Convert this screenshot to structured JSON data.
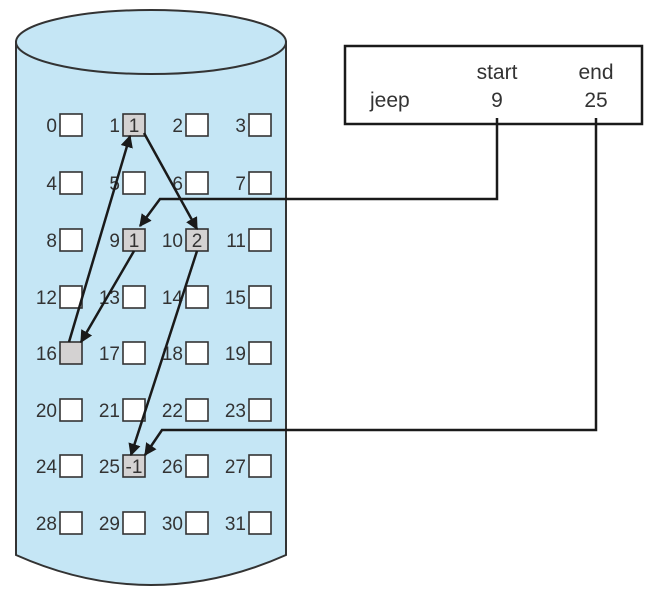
{
  "colors": {
    "cylinder_fill": "#c5e6f5",
    "cylinder_stroke": "#333333",
    "block_empty": "#ffffff",
    "block_used": "#d4d2d2",
    "line": "#1a1a1a"
  },
  "disk": {
    "blocks": [
      {
        "n": "0",
        "value": "",
        "used": false
      },
      {
        "n": "1",
        "value": "1",
        "used": true
      },
      {
        "n": "2",
        "value": "",
        "used": false
      },
      {
        "n": "3",
        "value": "",
        "used": false
      },
      {
        "n": "4",
        "value": "",
        "used": false
      },
      {
        "n": "5",
        "value": "",
        "used": false
      },
      {
        "n": "6",
        "value": "",
        "used": false
      },
      {
        "n": "7",
        "value": "",
        "used": false
      },
      {
        "n": "8",
        "value": "",
        "used": false
      },
      {
        "n": "9",
        "value": "1",
        "used": true
      },
      {
        "n": "10",
        "value": "2",
        "used": true
      },
      {
        "n": "11",
        "value": "",
        "used": false
      },
      {
        "n": "12",
        "value": "",
        "used": false
      },
      {
        "n": "13",
        "value": "",
        "used": false
      },
      {
        "n": "14",
        "value": "",
        "used": false
      },
      {
        "n": "15",
        "value": "",
        "used": false
      },
      {
        "n": "16",
        "value": "",
        "used": true
      },
      {
        "n": "17",
        "value": "",
        "used": false
      },
      {
        "n": "18",
        "value": "",
        "used": false
      },
      {
        "n": "19",
        "value": "",
        "used": false
      },
      {
        "n": "20",
        "value": "",
        "used": false
      },
      {
        "n": "21",
        "value": "",
        "used": false
      },
      {
        "n": "22",
        "value": "",
        "used": false
      },
      {
        "n": "23",
        "value": "",
        "used": false
      },
      {
        "n": "24",
        "value": "",
        "used": false
      },
      {
        "n": "25",
        "value": "-1",
        "used": true
      },
      {
        "n": "26",
        "value": "",
        "used": false
      },
      {
        "n": "27",
        "value": "",
        "used": false
      },
      {
        "n": "28",
        "value": "",
        "used": false
      },
      {
        "n": "29",
        "value": "",
        "used": false
      },
      {
        "n": "30",
        "value": "",
        "used": false
      },
      {
        "n": "31",
        "value": "",
        "used": false
      }
    ],
    "chain": [
      {
        "from": "9",
        "to": "16"
      },
      {
        "from": "16",
        "to": "1"
      },
      {
        "from": "1",
        "to": "10"
      },
      {
        "from": "10",
        "to": "25"
      }
    ]
  },
  "directory": {
    "headers": {
      "start": "start",
      "end": "end"
    },
    "entry": {
      "file": "jeep",
      "start": "9",
      "end": "25"
    }
  }
}
